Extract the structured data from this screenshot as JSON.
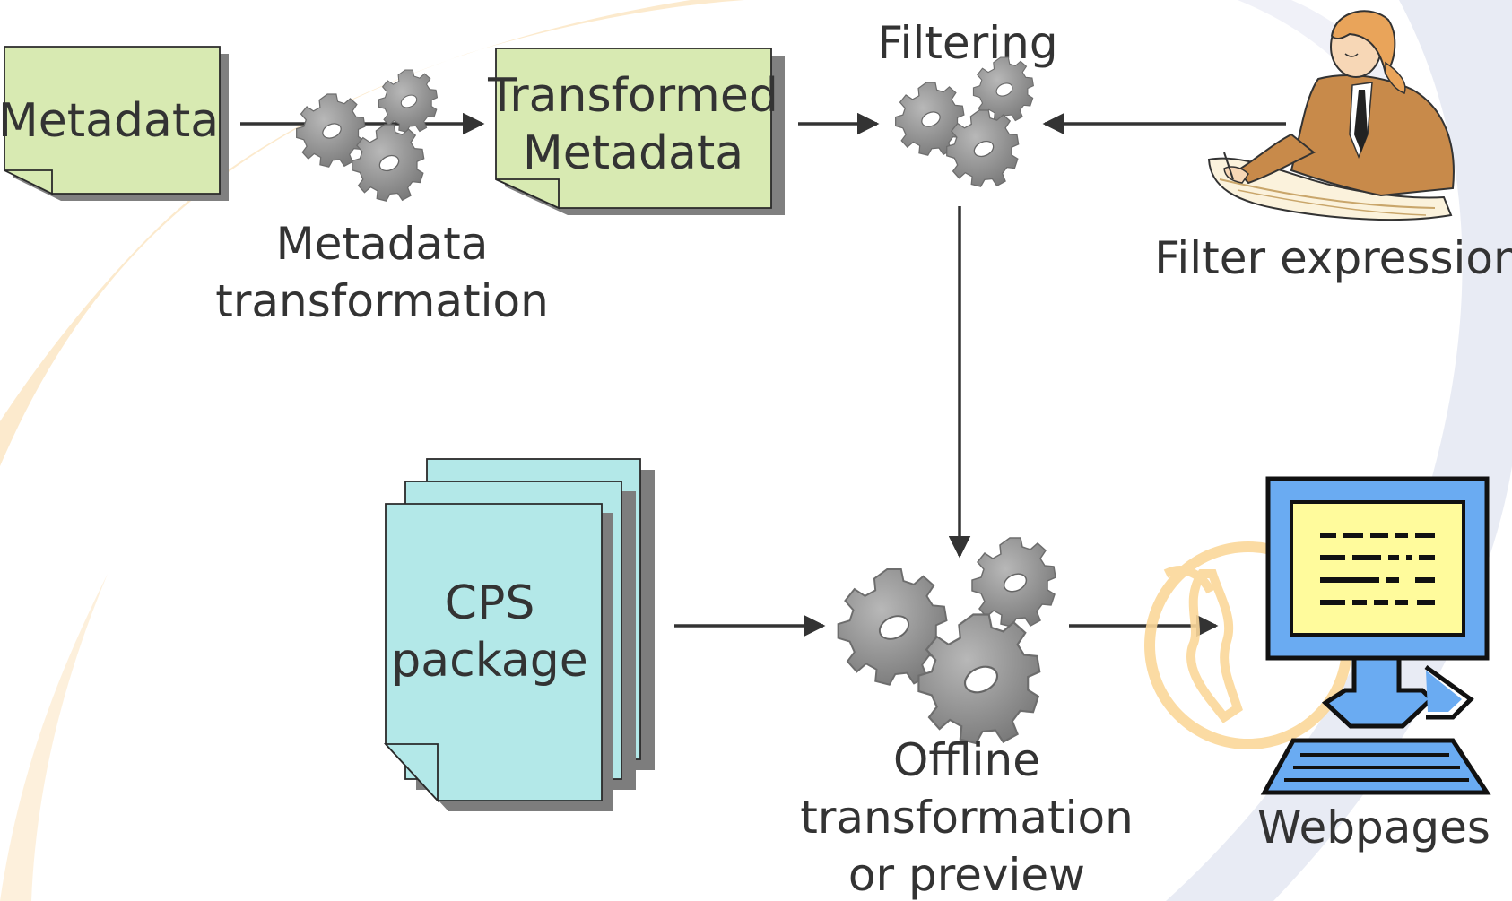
{
  "nodes": {
    "metadata": {
      "label": "Metadata"
    },
    "transformed_metadata": {
      "line1": "Transformed",
      "line2": "Metadata"
    },
    "metadata_transformation": {
      "line1": "Metadata",
      "line2": "transformation"
    },
    "filtering": {
      "label": "Filtering"
    },
    "filter_expression": {
      "label": "Filter expression"
    },
    "cps_package": {
      "line1": "CPS",
      "line2": "package"
    },
    "offline_transformation": {
      "line1": "Offline",
      "line2": "transformation",
      "line3": "or preview"
    },
    "webpages": {
      "label": "Webpages"
    }
  },
  "icons": {
    "gears": "gears-icon",
    "person": "person-writing-icon",
    "computer": "computer-icon",
    "globe": "globe-icon"
  },
  "colors": {
    "note_green": "#d8eab2",
    "note_cyan": "#b3e8e8",
    "gear_gray": "#8f8f8f",
    "arrow": "#333333",
    "swoosh_orange": "#fbe6c4",
    "swoosh_blue": "#e6e9f3",
    "monitor_blue": "#6aabf2",
    "screen_yellow": "#fffb9c"
  }
}
